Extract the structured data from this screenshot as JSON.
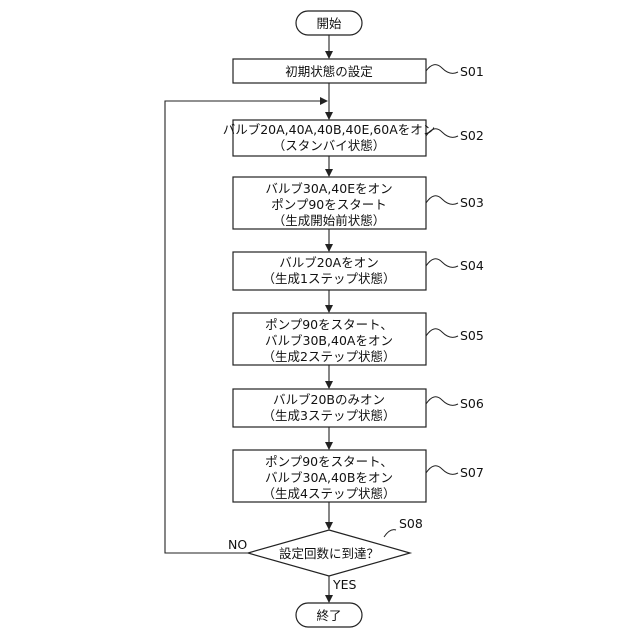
{
  "terminals": {
    "start": "開始",
    "end": "終了"
  },
  "steps": [
    {
      "id": "S01",
      "lines": [
        "初期状態の設定"
      ]
    },
    {
      "id": "S02",
      "lines": [
        "バルブ20A,40A,40B,40E,60Aをオン",
        "（スタンバイ状態）"
      ]
    },
    {
      "id": "S03",
      "lines": [
        "バルブ30A,40Eをオン",
        "ポンプ90をスタート",
        "（生成開始前状態）"
      ]
    },
    {
      "id": "S04",
      "lines": [
        "バルブ20Aをオン",
        "（生成1ステップ状態）"
      ]
    },
    {
      "id": "S05",
      "lines": [
        "ポンプ90をスタート、",
        "バルブ30B,40Aをオン",
        "（生成2ステップ状態）"
      ]
    },
    {
      "id": "S06",
      "lines": [
        "バルブ20Bのみオン",
        "（生成3ステップ状態）"
      ]
    },
    {
      "id": "S07",
      "lines": [
        "ポンプ90をスタート、",
        "バルブ30A,40Bをオン",
        "（生成4ステップ状態）"
      ]
    }
  ],
  "decision": {
    "id": "S08",
    "text": "設定回数に到達？",
    "no_label": "NO",
    "yes_label": "YES"
  }
}
